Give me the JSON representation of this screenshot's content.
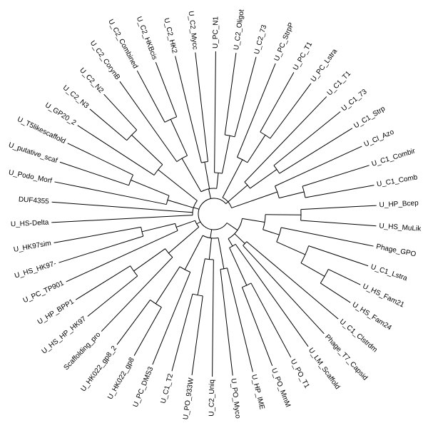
{
  "figure": {
    "type": "circular phylogenetic tree",
    "background": "#ffffff",
    "line_color": "#000000"
  },
  "leaves": [
    "U_HP_Bcep",
    "U_HS_MuLik",
    "Phage_GPO",
    "U_C1_Lstra",
    "U_HS_Fam21",
    "U_HS_Fam24",
    "U_C1_Clstrdm",
    "Phage_T7_Capsid",
    "U_LM_Scaffold",
    "U_PO_T1",
    "U_PO_MmM",
    "U_HP_IME",
    "U_PO_Myco",
    "U_C2_Uniq",
    "U_PO_933W",
    "U_C1_T2",
    "U_PC_DMS3",
    "U_HK022_gp8",
    "U_HK022_gp8_2",
    "Scaffolding_pro",
    "U_HS_HP_HK97",
    "U_HP_BPP1",
    "U_PC_TP901",
    "U_HS_HK97-",
    "U_HK97sim",
    "U_HS-Delta",
    "DUF4355",
    "U_Podo_Morf",
    "U_putative_scaf",
    "U_T5likescaffold",
    "U_GP20_2",
    "U_C2_N3",
    "U_C2_N2",
    "U_C2_CorynB",
    "U_C2_Combined",
    "U_C2_HKBcis",
    "U_C2_HK2",
    "U_C2_Mycc",
    "U_PC_N1",
    "U_C2_Oligot",
    "U_C2_73",
    "U_PC_StrpP",
    "U_PC_T1",
    "U_PC_Lstra",
    "U_C1_T1",
    "U_C1_73",
    "U_C1_Strp",
    "U_Cl_Azo",
    "U_C1_Combir",
    "U_C1_Comb"
  ]
}
